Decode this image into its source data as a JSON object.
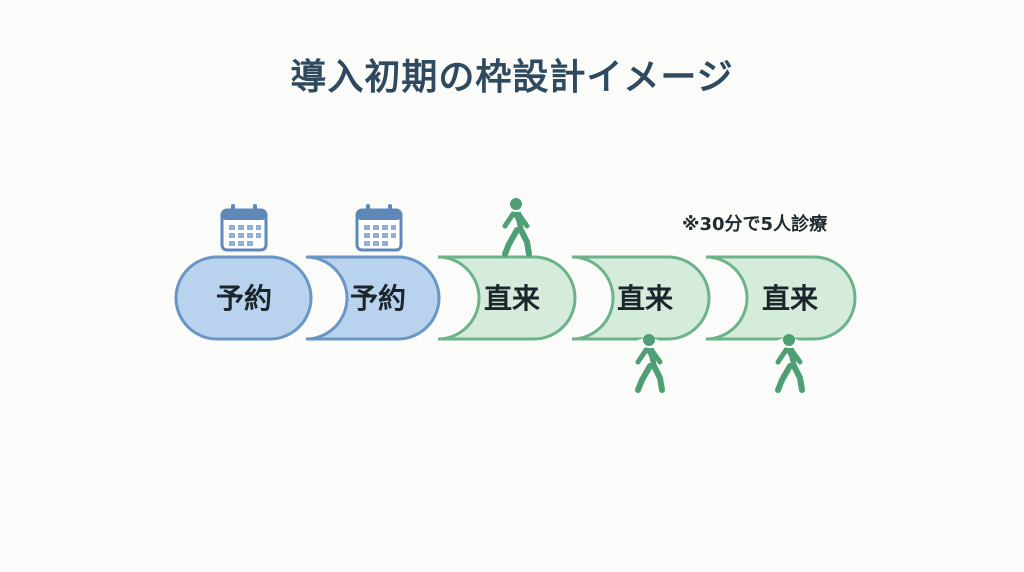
{
  "title": "導入初期の枠設計イメージ",
  "note": "※30分で5人診療",
  "colors": {
    "reserved_fill": "#b9d3ef",
    "reserved_stroke": "#6a95c4",
    "walkin_fill": "#d5ecdd",
    "walkin_stroke": "#6db38a",
    "calendar_blue": "#5e88b8",
    "person_green": "#4e9f73"
  },
  "segments": [
    {
      "label": "予約",
      "kind": "reserved",
      "icon": "calendar-icon"
    },
    {
      "label": "予約",
      "kind": "reserved",
      "icon": "calendar-icon"
    },
    {
      "label": "直来",
      "kind": "walkin",
      "icon": "walking-person-icon"
    },
    {
      "label": "直来",
      "kind": "walkin",
      "icon": "walking-person-icon"
    },
    {
      "label": "直来",
      "kind": "walkin",
      "icon": "walking-person-icon"
    }
  ]
}
